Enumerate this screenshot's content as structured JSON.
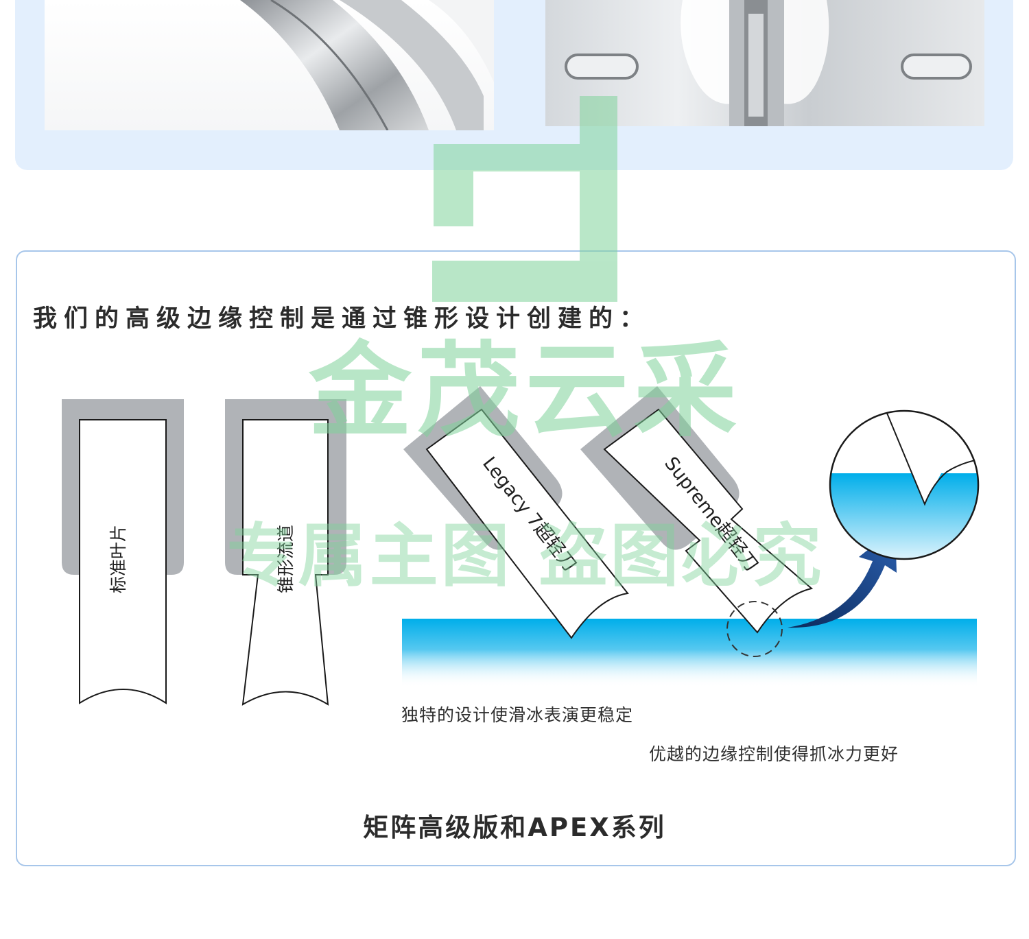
{
  "heading": "我们的高级边缘控制是通过锥形设计创建的：",
  "blades": {
    "standard": "标准叶片",
    "tapered": "锥形流道",
    "legacy": "Legacy 7超轻刀",
    "supreme": "Supreme超轻刀"
  },
  "captions": {
    "stability": "独特的设计使滑冰表演更稳定",
    "grip": "优越的边缘控制使得抓冰力更好"
  },
  "footer": "矩阵高级版和APEX系列",
  "watermarks": {
    "logo_text": "金茂云采",
    "notice": "专属主图 盗图必究"
  },
  "colors": {
    "panel_bg": "#e3effd",
    "card_border": "#a7c6ea",
    "holder_gray": "#b0b3b7",
    "ice_blue": "#00aeea",
    "arrow_navy": "#1e3f7a",
    "watermark_green": "#7fd39a"
  },
  "icons": [
    "curved-arrow-icon",
    "magnifier-circle-icon"
  ]
}
